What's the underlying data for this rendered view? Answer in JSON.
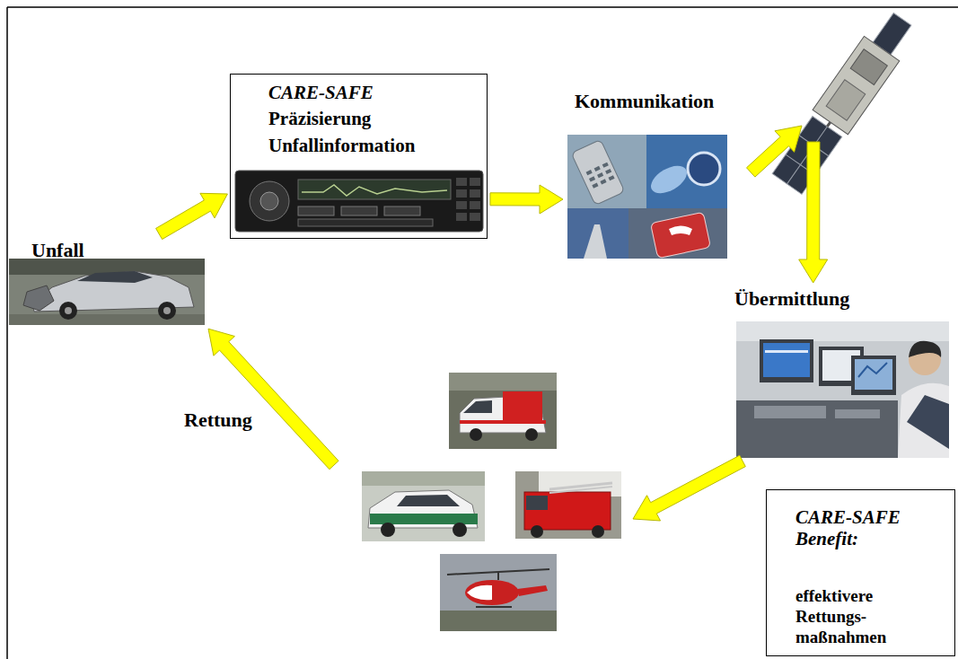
{
  "diagram": {
    "nodes": [
      {
        "text": [
          "Unfall"
        ]
      },
      {
        "text": [
          "CARE-SAFE",
          "Präzisierung Unfallinformation"
        ]
      },
      {
        "text": [
          "Kommunikation"
        ]
      },
      {
        "text": [
          "Übermittlung"
        ]
      },
      {
        "text": [
          "CARE-SAFE Benefit:",
          "effektivere Rettungs- maßnahmen"
        ]
      }
    ],
    "edges": [
      {
        "from": 0,
        "to": 1,
        "arrow": "to"
      },
      {
        "from": 1,
        "to": 2,
        "arrow": "to"
      },
      {
        "from": 2,
        "to": 3,
        "arrow": "to"
      },
      {
        "from": 3,
        "to": 0,
        "label": "Rettung",
        "arrow": "to"
      }
    ]
  }
}
